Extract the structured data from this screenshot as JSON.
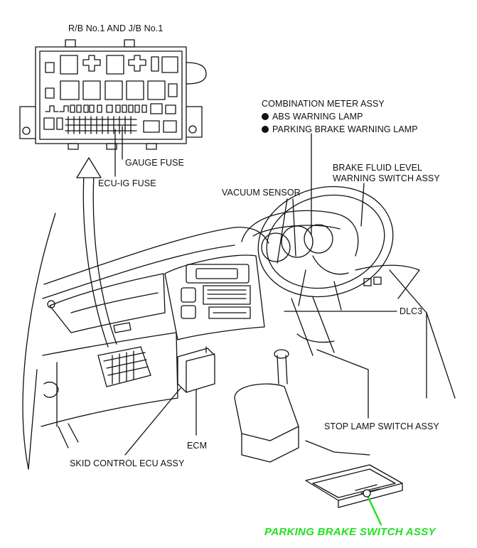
{
  "labels": {
    "relay_block": "R/B No.1 AND J/B No.1",
    "gauge_fuse": "GAUGE FUSE",
    "ecu_ig_fuse": "ECU-IG FUSE",
    "combination_meter": "COMBINATION METER ASSY",
    "abs_lamp": "ABS WARNING LAMP",
    "parking_lamp": "PARKING BRAKE WARNING LAMP",
    "brake_fluid_line1": "BRAKE FLUID LEVEL",
    "brake_fluid_line2": "WARNING SWITCH ASSY",
    "vacuum_sensor": "VACUUM SENSOR",
    "dlc3": "DLC3",
    "stop_lamp": "STOP LAMP SWITCH ASSY",
    "ecm": "ECM",
    "skid_control": "SKID CONTROL ECU ASSY",
    "parking_switch": "PARKING BRAKE SWITCH ASSY"
  },
  "colors": {
    "line": "#111111",
    "highlight": "#22e022"
  }
}
